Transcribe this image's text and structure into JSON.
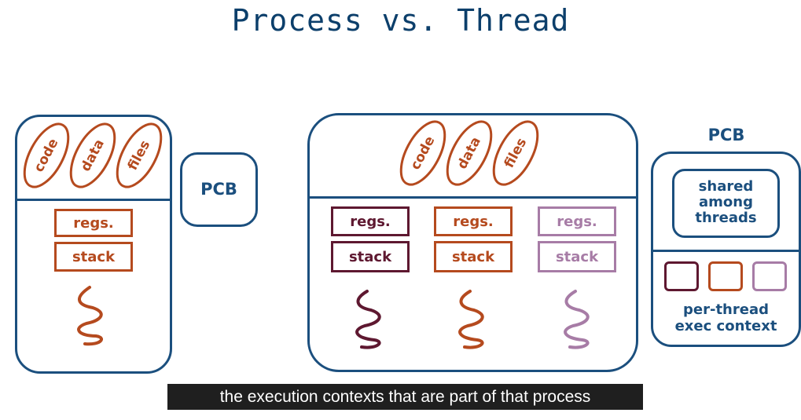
{
  "title": "Process vs. Thread",
  "process": {
    "segments": [
      "code",
      "data",
      "files"
    ],
    "regs_label": "regs.",
    "stack_label": "stack",
    "pcb_label": "PCB"
  },
  "multithreaded": {
    "segments": [
      "code",
      "data",
      "files"
    ],
    "threads": [
      {
        "regs_label": "regs.",
        "stack_label": "stack",
        "color": "#5e1830"
      },
      {
        "regs_label": "regs.",
        "stack_label": "stack",
        "color": "#b54a1e"
      },
      {
        "regs_label": "regs.",
        "stack_label": "stack",
        "color": "#a77ca6"
      }
    ],
    "pcb_label": "PCB",
    "shared_label": [
      "shared",
      "among",
      "threads"
    ],
    "per_thread_label": [
      "per-thread",
      "exec context"
    ]
  },
  "colors": {
    "outline": "#1b4f7e",
    "process_accent": "#b54a1e"
  },
  "caption": "the execution contexts that are part of that process"
}
